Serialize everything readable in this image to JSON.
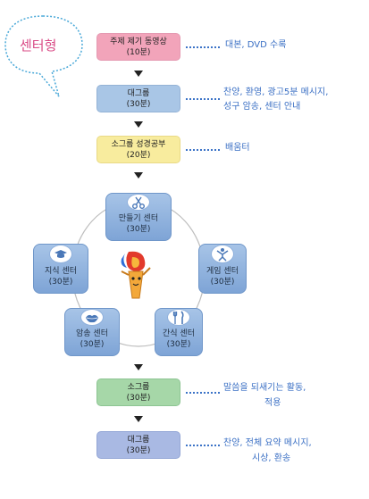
{
  "bubble": {
    "label": "센터형"
  },
  "steps": [
    {
      "title": "주제 제기 동영상",
      "time": "(10분)",
      "note": "대본, DVD 수록"
    },
    {
      "title": "대그룹",
      "time": "(30분)",
      "note_line1": "찬양, 환영, 광고5분 메시지,",
      "note_line2": "성구 암송, 센터 안내"
    },
    {
      "title": "소그룹 성경공부",
      "time": "(20분)",
      "note": "배움터"
    },
    {
      "title": "소그룹",
      "time": "(30분)",
      "note_line1": "말씀을 되새기는 활동,",
      "note_line2": "적용"
    },
    {
      "title": "대그룹",
      "time": "(30분)",
      "note_line1": "찬양, 전체 요약 메시지,",
      "note_line2": "시상, 환송"
    }
  ],
  "centers": [
    {
      "title": "만들기 센터",
      "time": "(30분)",
      "icon": "scissors-icon"
    },
    {
      "title": "게임 센터",
      "time": "(30분)",
      "icon": "jumping-person-icon"
    },
    {
      "title": "간식 센터",
      "time": "(30분)",
      "icon": "fork-knife-icon"
    },
    {
      "title": "암송 센터",
      "time": "(30분)",
      "icon": "lips-icon"
    },
    {
      "title": "지식 센터",
      "time": "(30분)",
      "icon": "graduation-cap-icon"
    }
  ],
  "mascot": {
    "icon": "torch-mascot-icon"
  },
  "colors": {
    "pink": "#f2a4ba",
    "blue": "#a9c6e6",
    "yellow": "#f8ec9e",
    "green": "#a6d7a8",
    "purple": "#a9b9e3",
    "note": "#3a6fc4",
    "bubble": "#d94b86"
  }
}
